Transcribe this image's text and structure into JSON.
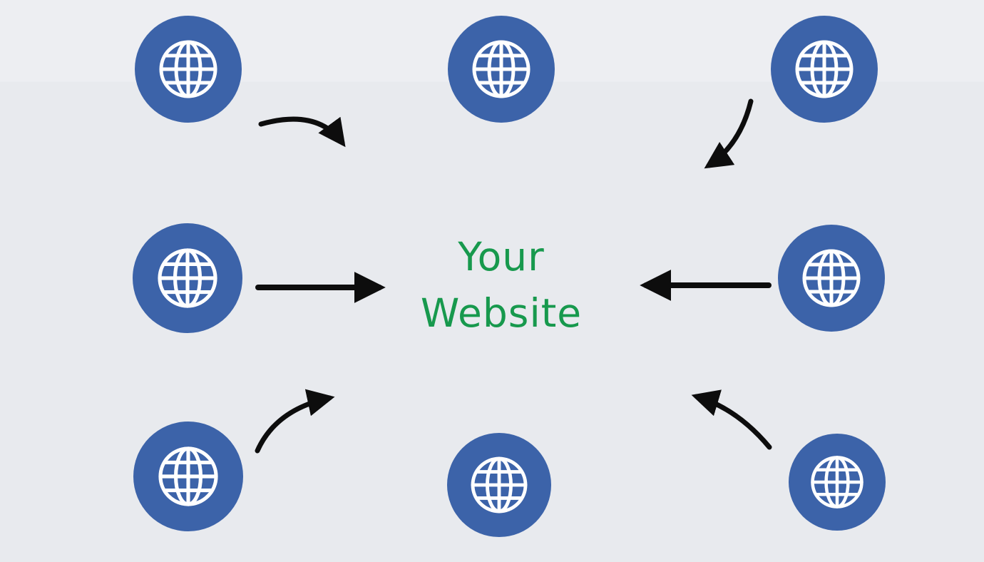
{
  "diagram": {
    "center_label": {
      "line1": "Your",
      "line2": "Website"
    },
    "colors": {
      "background": "#e9eaee",
      "globe": "#3c63a9",
      "globe_lines": "#ffffff",
      "arrow": "#0d0d0d",
      "title": "#17994d"
    },
    "nodes": [
      {
        "name": "website-globe-top-left"
      },
      {
        "name": "website-globe-top-center"
      },
      {
        "name": "website-globe-top-right"
      },
      {
        "name": "website-globe-middle-left"
      },
      {
        "name": "website-globe-middle-right"
      },
      {
        "name": "website-globe-bottom-left"
      },
      {
        "name": "website-globe-bottom-center"
      },
      {
        "name": "website-globe-bottom-right"
      }
    ],
    "arrows": [
      {
        "name": "arrow-top-left-to-center"
      },
      {
        "name": "arrow-top-right-to-center"
      },
      {
        "name": "arrow-middle-left-to-center"
      },
      {
        "name": "arrow-middle-right-to-center"
      },
      {
        "name": "arrow-bottom-left-to-center"
      },
      {
        "name": "arrow-bottom-right-to-center"
      }
    ]
  }
}
